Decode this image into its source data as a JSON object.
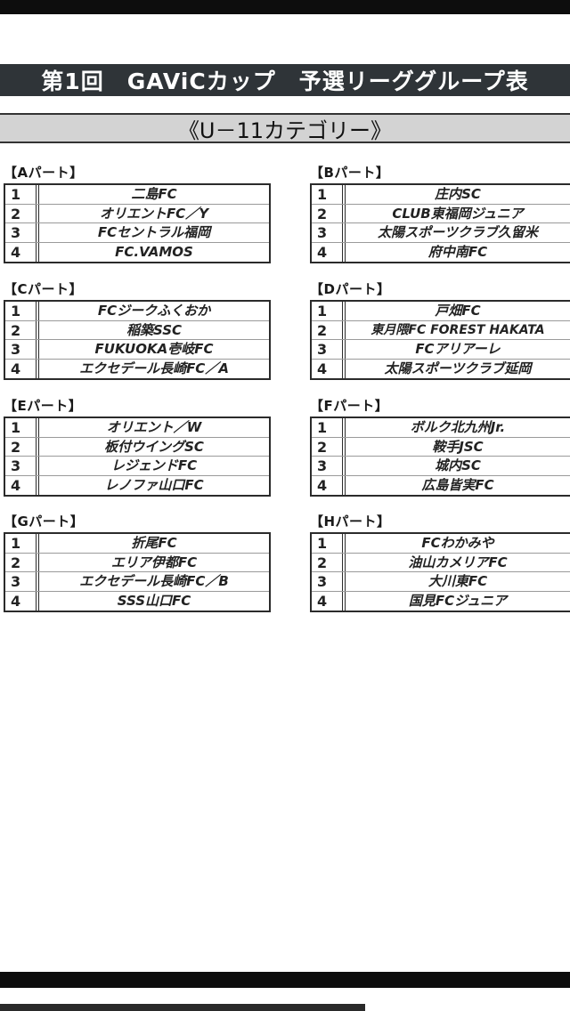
{
  "title": "第1回　GAViCカップ　予選リーググループ表",
  "category": "《U－11カテゴリー》",
  "groups": [
    {
      "label": "【Aパート】",
      "teams": [
        {
          "num": "1",
          "name": "二島FC"
        },
        {
          "num": "2",
          "name": "オリエントFC／Y"
        },
        {
          "num": "3",
          "name": "FCセントラル福岡"
        },
        {
          "num": "4",
          "name": "FC.VAMOS"
        }
      ]
    },
    {
      "label": "【Bパート】",
      "teams": [
        {
          "num": "1",
          "name": "庄内SC"
        },
        {
          "num": "2",
          "name": "CLUB東福岡ジュニア"
        },
        {
          "num": "3",
          "name": "太陽スポーツクラブ久留米"
        },
        {
          "num": "4",
          "name": "府中南FC"
        }
      ]
    },
    {
      "label": "【Cパート】",
      "teams": [
        {
          "num": "1",
          "name": "FCジークふくおか"
        },
        {
          "num": "2",
          "name": "稲築SSC"
        },
        {
          "num": "3",
          "name": "FUKUOKA壱岐FC"
        },
        {
          "num": "4",
          "name": "エクセデール長崎FC／A"
        }
      ]
    },
    {
      "label": "【Dパート】",
      "teams": [
        {
          "num": "1",
          "name": "戸畑FC"
        },
        {
          "num": "2",
          "name": "東月隈FC FOREST HAKATA"
        },
        {
          "num": "3",
          "name": "FCアリアーレ"
        },
        {
          "num": "4",
          "name": "太陽スポーツクラブ延岡"
        }
      ]
    },
    {
      "label": "【Eパート】",
      "teams": [
        {
          "num": "1",
          "name": "オリエント／W"
        },
        {
          "num": "2",
          "name": "板付ウイングSC"
        },
        {
          "num": "3",
          "name": "レジェンドFC"
        },
        {
          "num": "4",
          "name": "レノファ山口FC"
        }
      ]
    },
    {
      "label": "【Fパート】",
      "teams": [
        {
          "num": "1",
          "name": "ボルク北九州Jr."
        },
        {
          "num": "2",
          "name": "鞍手JSC"
        },
        {
          "num": "3",
          "name": "城内SC"
        },
        {
          "num": "4",
          "name": "広島皆実FC"
        }
      ]
    },
    {
      "label": "【Gパート】",
      "teams": [
        {
          "num": "1",
          "name": "折尾FC"
        },
        {
          "num": "2",
          "name": "エリア伊都FC"
        },
        {
          "num": "3",
          "name": "エクセデール長崎FC／B"
        },
        {
          "num": "4",
          "name": "SSS山口FC"
        }
      ]
    },
    {
      "label": "【Hパート】",
      "teams": [
        {
          "num": "1",
          "name": "FCわかみや"
        },
        {
          "num": "2",
          "name": "油山カメリアFC"
        },
        {
          "num": "3",
          "name": "大川東FC"
        },
        {
          "num": "4",
          "name": "国見FCジュニア"
        }
      ]
    }
  ]
}
